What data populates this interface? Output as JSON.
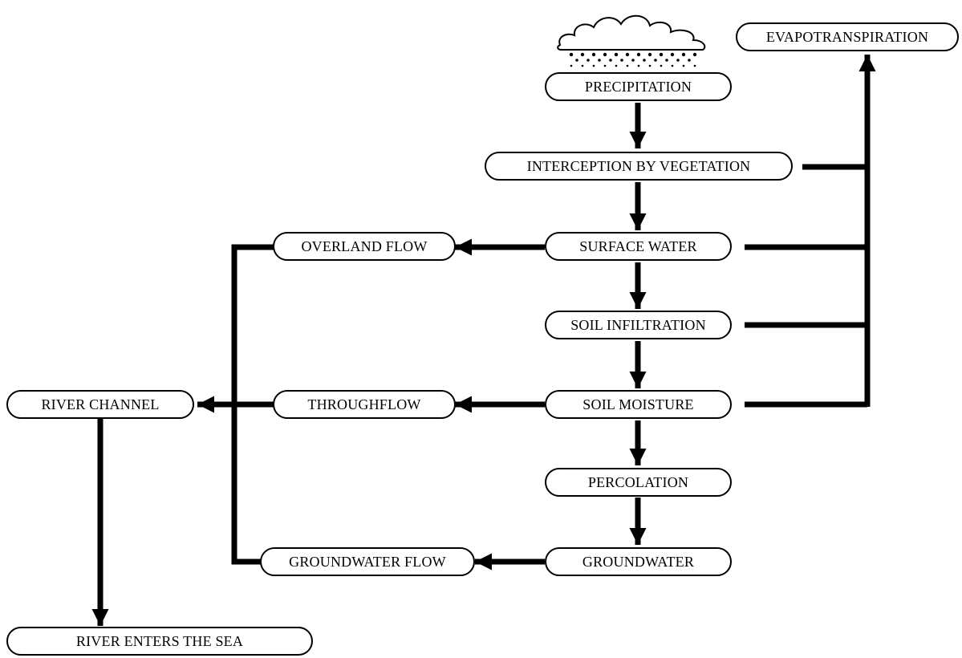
{
  "nodes": {
    "evapotranspiration": "EVAPOTRANSPIRATION",
    "precipitation": "PRECIPITATION",
    "interception": "INTERCEPTION BY VEGETATION",
    "surface_water": "SURFACE WATER",
    "overland_flow": "OVERLAND FLOW",
    "soil_infiltration": "SOIL INFILTRATION",
    "river_channel": "RIVER CHANNEL",
    "throughflow": "THROUGHFLOW",
    "soil_moisture": "SOIL MOISTURE",
    "percolation": "PERCOLATION",
    "groundwater_flow": "GROUNDWATER FLOW",
    "groundwater": "GROUNDWATER",
    "river_enters_sea": "RIVER ENTERS THE SEA"
  },
  "icons": {
    "precipitation": "rain-cloud-icon"
  },
  "colors": {
    "line": "#000000",
    "background": "#ffffff"
  }
}
